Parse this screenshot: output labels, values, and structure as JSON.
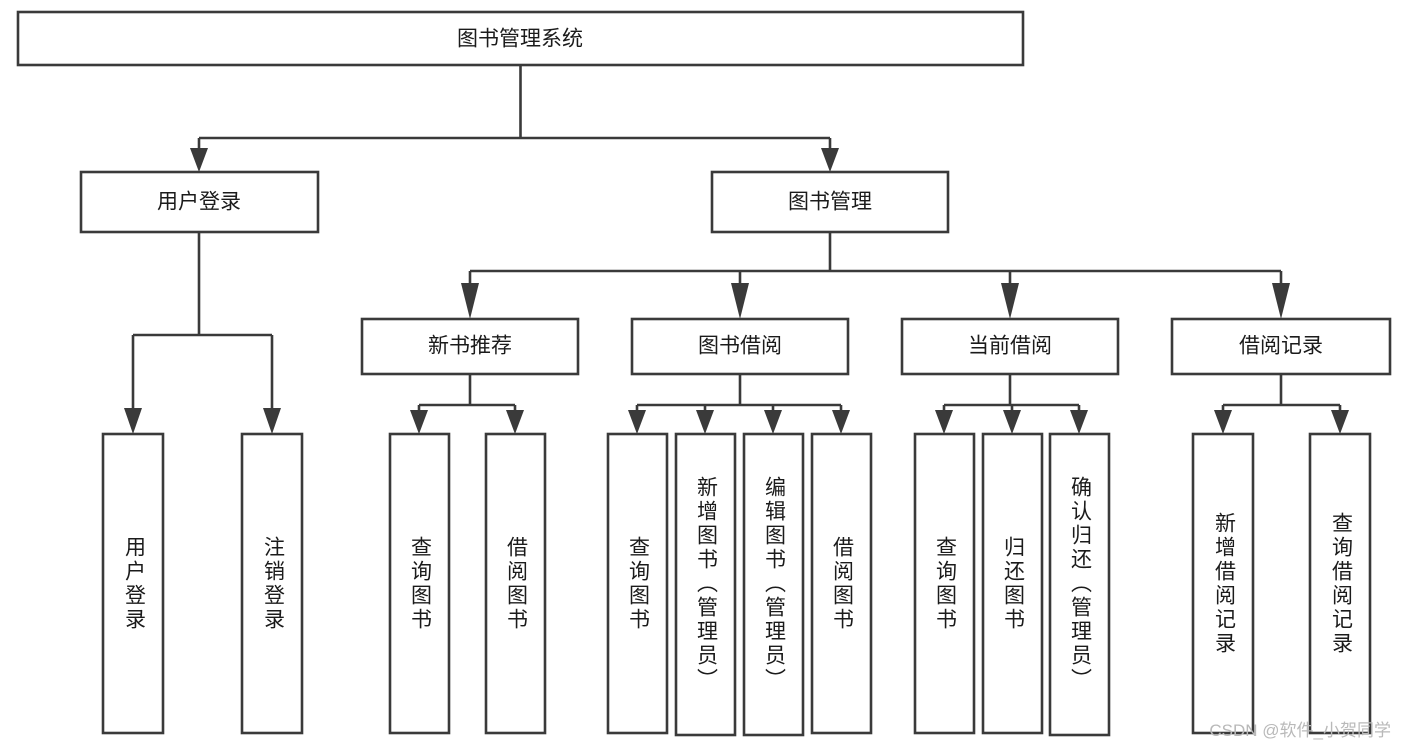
{
  "diagram": {
    "title_node": {
      "label": "图书管理系统"
    },
    "level2": [
      {
        "label": "用户登录"
      },
      {
        "label": "图书管理"
      }
    ],
    "level3": [
      {
        "label": "新书推荐"
      },
      {
        "label": "图书借阅"
      },
      {
        "label": "当前借阅"
      },
      {
        "label": "借阅记录"
      }
    ],
    "leaves": {
      "user_login": [
        {
          "label": "用户登录"
        },
        {
          "label": "注销登录"
        }
      ],
      "new_book_recommend": [
        {
          "label": "查询图书"
        },
        {
          "label": "借阅图书"
        }
      ],
      "book_borrow": [
        {
          "label": "查询图书"
        },
        {
          "label": "新增图书（管理员）"
        },
        {
          "label": "编辑图书（管理员）"
        },
        {
          "label": "借阅图书"
        }
      ],
      "current_borrow": [
        {
          "label": "查询图书"
        },
        {
          "label": "归还图书"
        },
        {
          "label": "确认归还（管理员）"
        }
      ],
      "borrow_record": [
        {
          "label": "新增借阅记录"
        },
        {
          "label": "查询借阅记录"
        }
      ]
    }
  },
  "watermark": {
    "text": "CSDN @软件_小贺同学"
  },
  "colors": {
    "stroke": "#3a3a3a",
    "box_fill": "#ffffff",
    "text": "#1b1b1b",
    "watermark": "#b9b9b9",
    "background": "#ffffff"
  }
}
